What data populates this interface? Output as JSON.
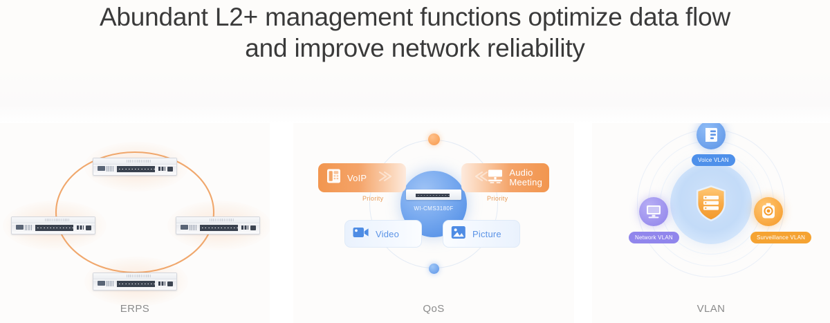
{
  "header": {
    "title_line1": "Abundant L2+ management functions optimize data flow",
    "title_line2": "and improve network reliability"
  },
  "panels": [
    {
      "id": "erps",
      "caption": "ERPS",
      "diagram": {
        "type": "ring-topology",
        "node_count": 4,
        "node_label": "network-switch",
        "ring_color": "#ef9f5f",
        "halo_color": "#f5b280"
      }
    },
    {
      "id": "qos",
      "caption": "QoS",
      "diagram": {
        "type": "priority-hub",
        "core_device_label": "WI-CMS3180F",
        "core_color": "#5b95e8",
        "accent_color": "#f2964f",
        "cards": [
          {
            "label": "VoIP",
            "icon": "voip-phone-icon",
            "tone": "orange",
            "position": "top-left"
          },
          {
            "label": "Audio\nMeeting",
            "label_line1": "Audio",
            "label_line2": "Meeting",
            "icon": "monitor-icon",
            "tone": "orange",
            "position": "top-right"
          },
          {
            "label": "Video",
            "icon": "video-camera-icon",
            "tone": "blue",
            "position": "bottom-left"
          },
          {
            "label": "Picture",
            "icon": "image-icon",
            "tone": "blue",
            "position": "bottom-right"
          }
        ],
        "priority_labels": [
          "Priority",
          "Priority"
        ]
      }
    },
    {
      "id": "vlan",
      "caption": "VLAN",
      "diagram": {
        "type": "segmentation-hub",
        "core_icon": "shield-server-icon",
        "core_color": "#f5a332",
        "nodes": [
          {
            "label": "Voice VLAN",
            "icon": "voice-server-icon",
            "color": "#4e90ea",
            "position": "top"
          },
          {
            "label": "Network VLAN",
            "icon": "monitor-icon",
            "color": "#9186ec",
            "position": "left"
          },
          {
            "label": "Surveillance VLAN",
            "icon": "camera-icon",
            "color": "#f5a332",
            "position": "right"
          }
        ]
      }
    }
  ]
}
